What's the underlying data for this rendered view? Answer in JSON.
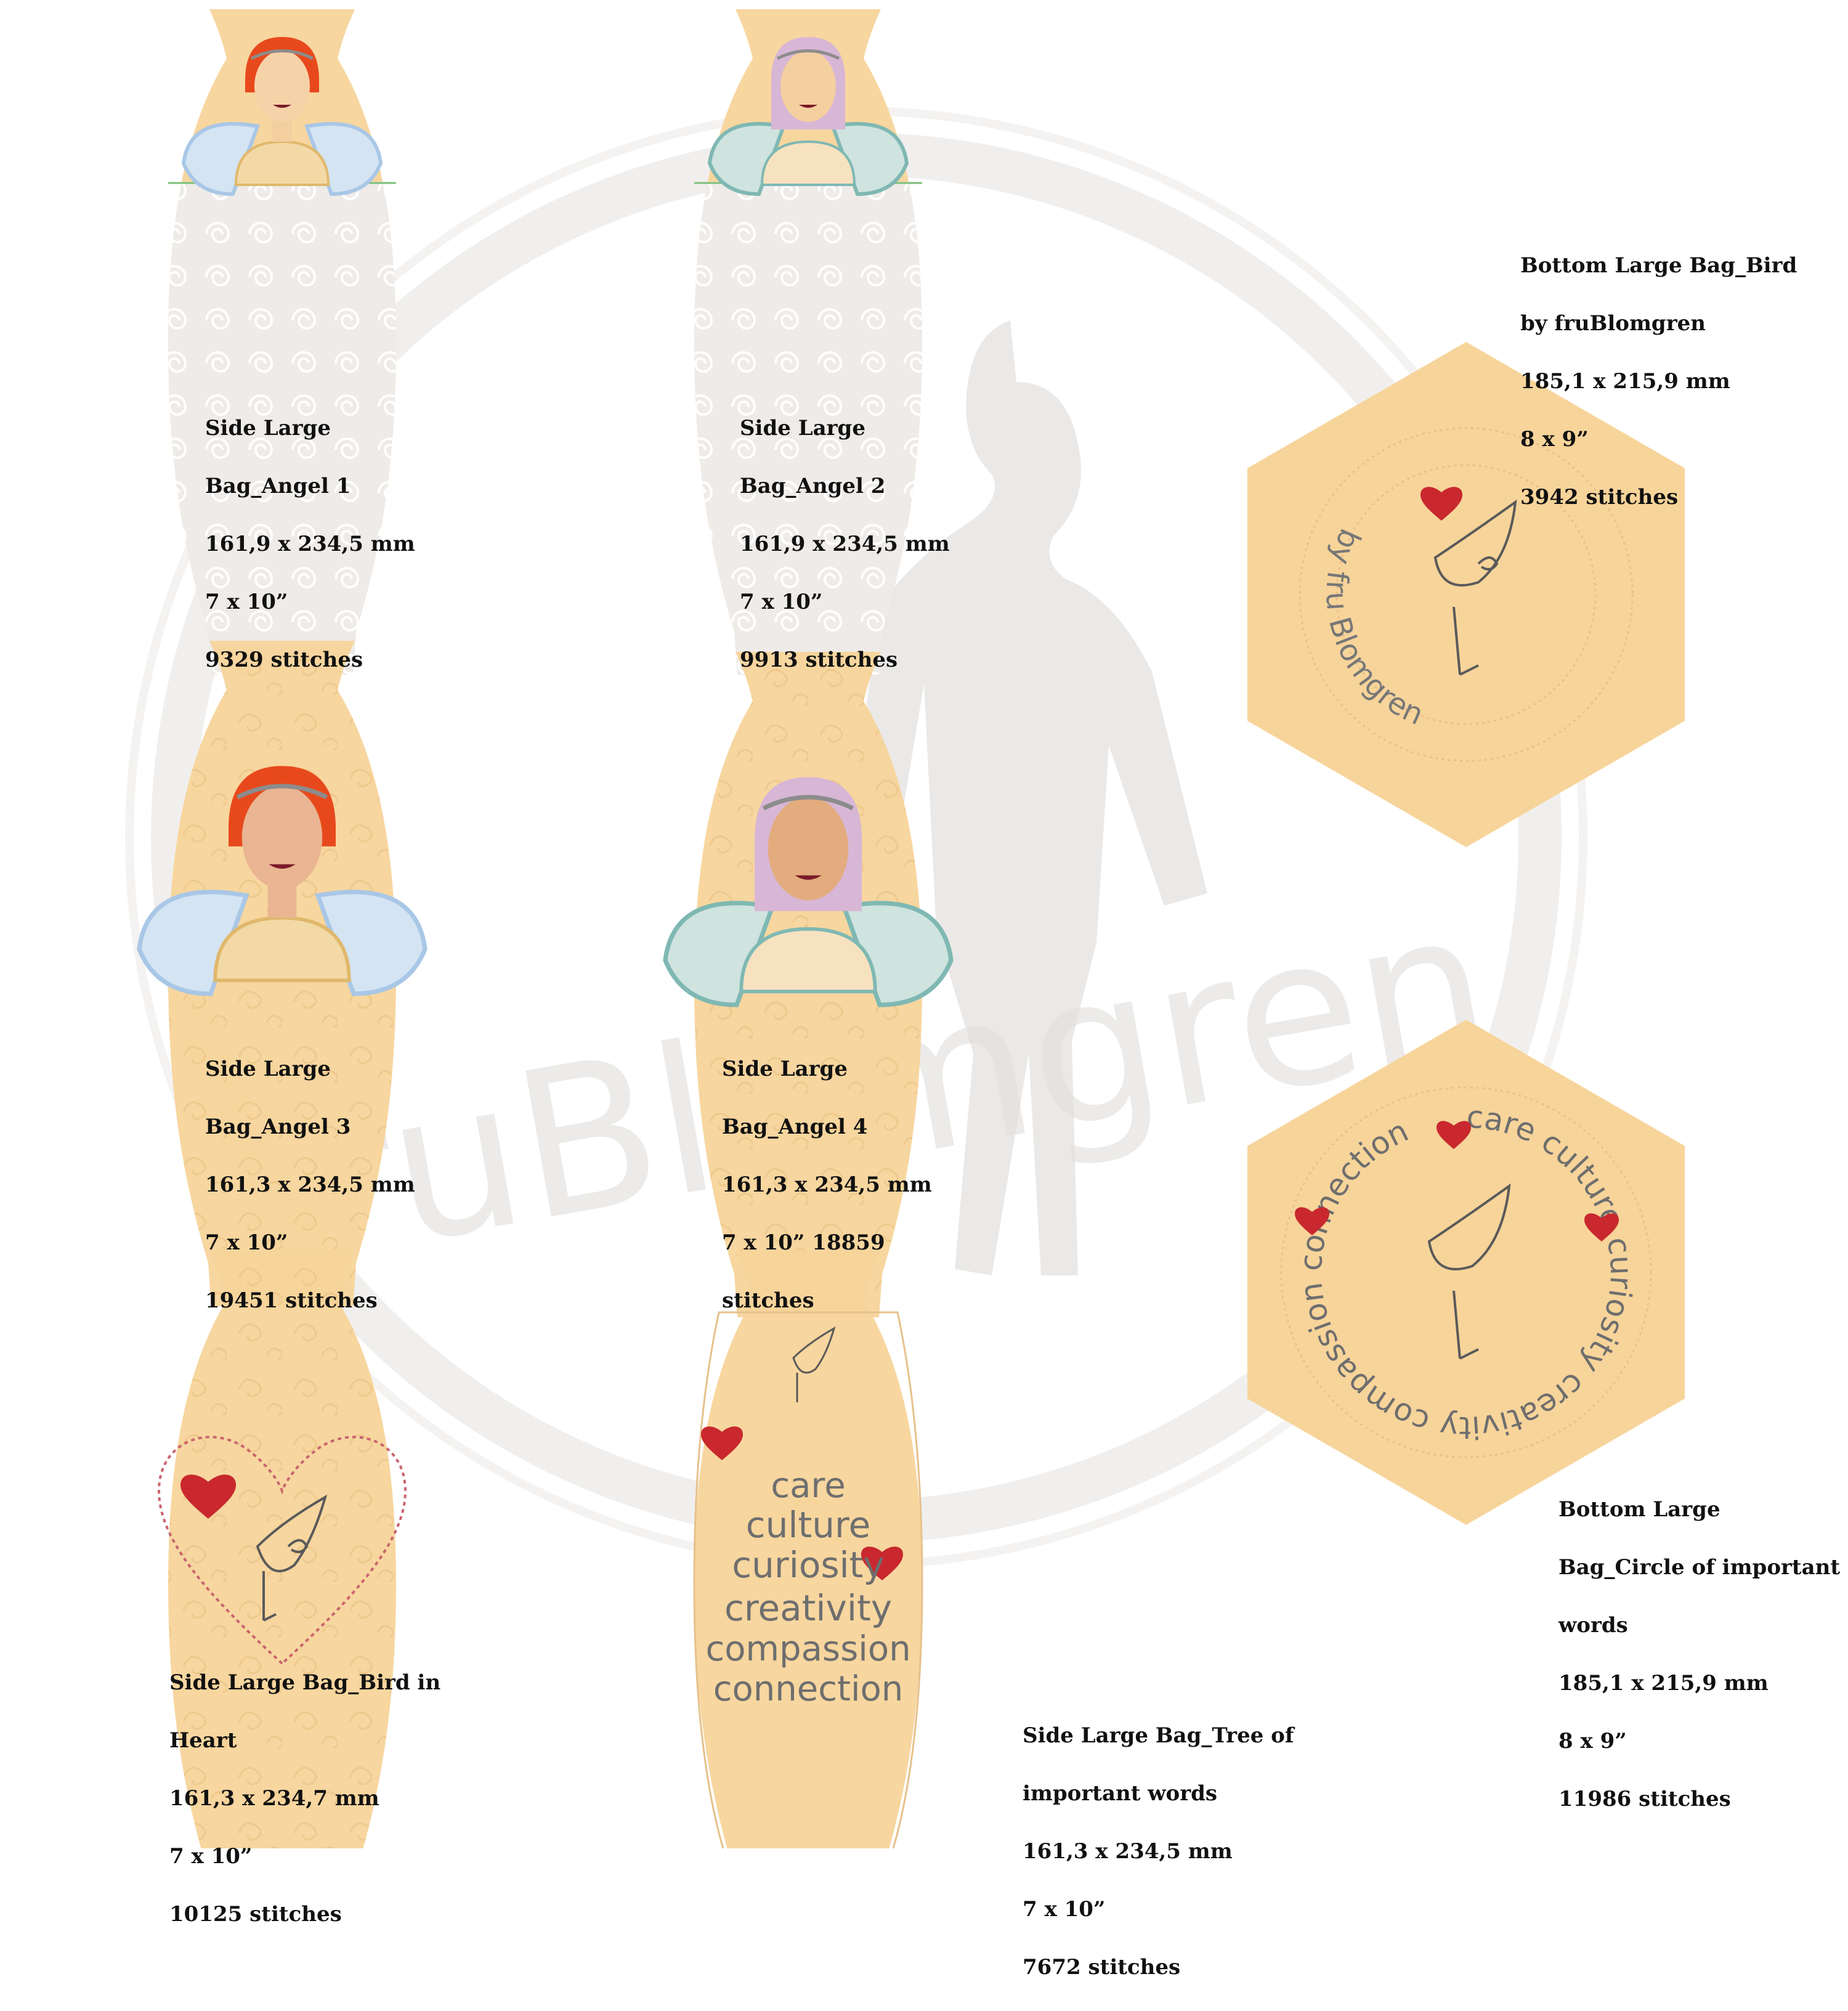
{
  "colors": {
    "fabric": "#f7d49a",
    "fabric_stitch": "#efc98c",
    "lace": "#e9e6e3",
    "watermark": "#c8c4be",
    "hair_red": "#e8491c",
    "hair_lilac": "#d8b6d6",
    "heart_red": "#c8282e",
    "wing_blue": "#a9c7e6",
    "wing_teal": "#7fb8b3",
    "line": "#5a5a5a"
  },
  "watermark": {
    "text": "fruBlomgren"
  },
  "items": [
    {
      "id": "angel1",
      "lines": [
        "Side Large",
        "Bag_Angel 1",
        "161,9 x 234,5 mm",
        "7 x 10”",
        "9329 stitches"
      ]
    },
    {
      "id": "angel2",
      "lines": [
        "Side Large",
        "Bag_Angel 2",
        "161,9 x 234,5 mm",
        "7 x 10”",
        "9913 stitches"
      ]
    },
    {
      "id": "angel3",
      "lines": [
        "Side Large",
        "Bag_Angel 3",
        "161,3 x 234,5 mm",
        "7 x 10”",
        "19451 stitches"
      ]
    },
    {
      "id": "angel4",
      "lines": [
        "Side Large",
        "Bag_Angel 4",
        "161,3 x 234,5 mm",
        "7 x 10” 18859",
        "stitches"
      ]
    },
    {
      "id": "bird_heart",
      "lines": [
        "Side Large Bag_Bird in",
        "Heart",
        "161,3 x 234,7 mm",
        "7 x 10”",
        "10125 stitches"
      ]
    },
    {
      "id": "tree_words",
      "lines": [
        "Side Large Bag_Tree of",
        "important words",
        "161,3 x 234,5 mm",
        "7 x 10”",
        "7672 stitches"
      ]
    },
    {
      "id": "bottom_bird",
      "lines": [
        "Bottom Large Bag_Bird",
        "by fruBlomgren",
        "185,1 x 215,9 mm",
        "8 x 9”",
        "3942 stitches"
      ]
    },
    {
      "id": "bottom_circle",
      "lines": [
        "Bottom Large",
        "Bag_Circle of important",
        "words",
        "185,1 x 215,9 mm",
        "8 x 9”",
        "11986 stitches"
      ]
    }
  ],
  "embroidery_words": {
    "tree": [
      "care",
      "culture",
      "curiosity",
      "creativity",
      "compassion",
      "connection"
    ],
    "circle": "care culture curiosity creativity compassion connection",
    "signature": "by fru Blomgren"
  }
}
